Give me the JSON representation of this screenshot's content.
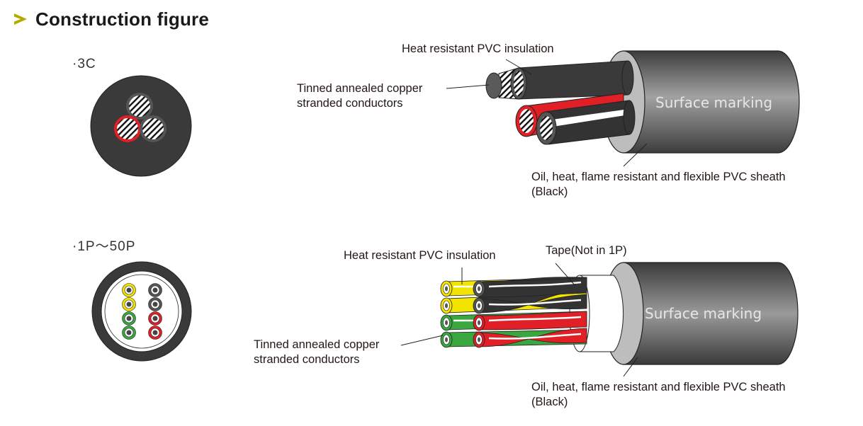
{
  "header": {
    "title": "Construction figure",
    "icon": "chevron-right-icon",
    "accent_color": "#b5a900"
  },
  "figures": [
    {
      "id": "3c",
      "type_label": "·3C",
      "cross_section": {
        "sheath_color": "#3a3a3a",
        "cores": [
          {
            "position": "top",
            "insulation_color": "#555555"
          },
          {
            "position": "bottom-left",
            "insulation_color": "#e01f26"
          },
          {
            "position": "bottom-right",
            "insulation_color": "#555555"
          }
        ]
      },
      "callouts": {
        "insulation": "Heat resistant PVC insulation",
        "conductor_line1": "Tinned annealed copper",
        "conductor_line2": "stranded conductors",
        "sheath_line1": "Oil, heat, flame resistant and flexible PVC sheath",
        "sheath_line2": "(Black)",
        "surface_marking": "Surface marking"
      }
    },
    {
      "id": "1p-50p",
      "type_label": "·1P〜50P",
      "cross_section": {
        "sheath_color": "#3a3a3a",
        "pairs": [
          {
            "colors": [
              "#f3e500",
              "#555555"
            ]
          },
          {
            "colors": [
              "#f3e500",
              "#555555"
            ]
          },
          {
            "colors": [
              "#3aa640",
              "#e01f26"
            ]
          },
          {
            "colors": [
              "#3aa640",
              "#e01f26"
            ]
          }
        ]
      },
      "callouts": {
        "insulation": "Heat resistant PVC insulation",
        "tape": "Tape(Not in 1P)",
        "conductor_line1": "Tinned annealed copper",
        "conductor_line2": "stranded conductors",
        "sheath_line1": "Oil, heat, flame resistant and flexible PVC sheath",
        "sheath_line2": "(Black)",
        "surface_marking": "Surface marking"
      }
    }
  ]
}
